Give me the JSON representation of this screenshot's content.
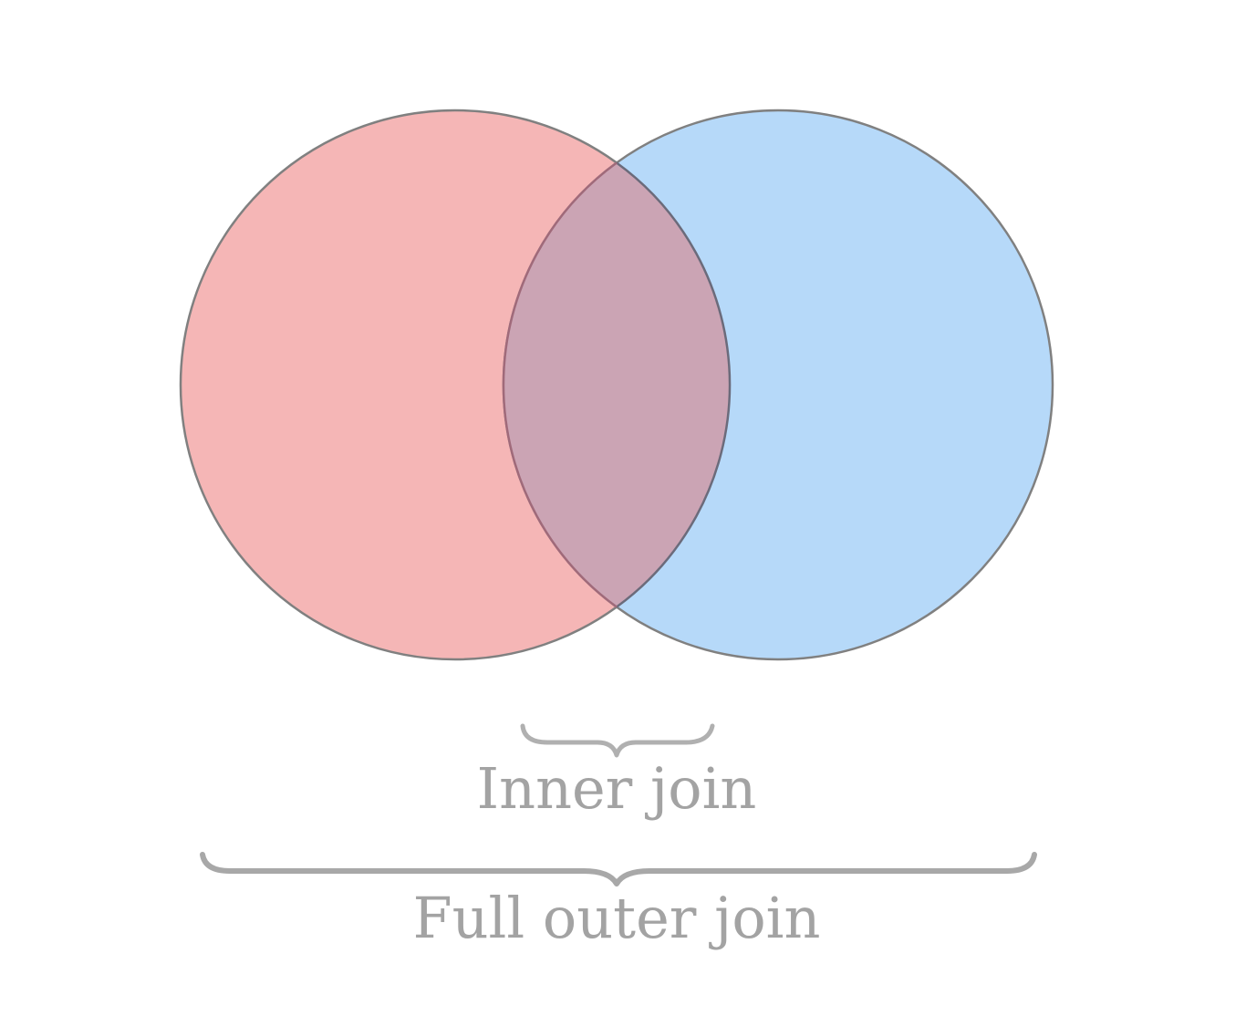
{
  "diagram": {
    "type": "venn",
    "sets": [
      {
        "fill": "#f08080",
        "stroke": "#555555"
      },
      {
        "fill": "#6ab0f5",
        "stroke": "#555555"
      }
    ],
    "overlap_color": "#cba4b4",
    "labels": {
      "inner": "Inner join",
      "outer": "Full outer join"
    },
    "label_color": "#a3a3a3"
  }
}
